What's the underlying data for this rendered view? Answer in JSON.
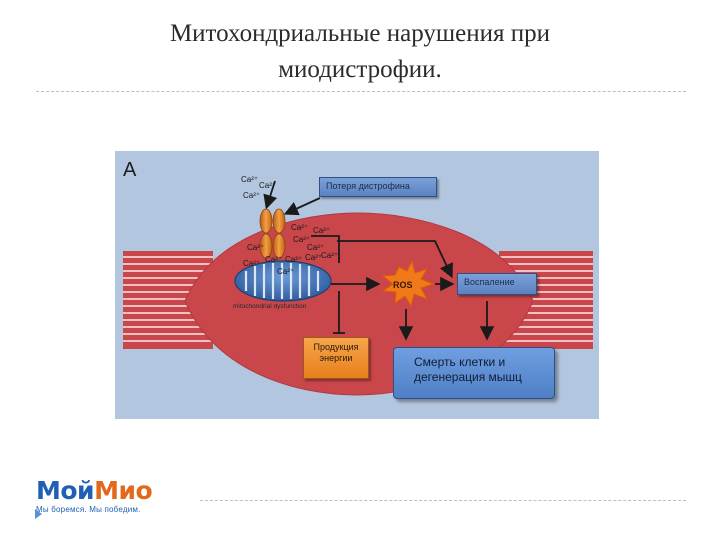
{
  "slide": {
    "title_line1": "Митохондриальные нарушения при",
    "title_line2": "миодистрофии."
  },
  "diagram": {
    "panel_letter": "A",
    "calcium_labels": [
      "Ca²⁺",
      "Ca²⁺",
      "Ca²⁺",
      "Ca²⁺",
      "Ca²⁺",
      "Ca²⁺",
      "Ca²⁺",
      "Ca²⁺",
      "Ca²⁺",
      "Ca²⁺",
      "Ca²⁺",
      "Ca²⁺",
      "Ca²⁺",
      "Ca²⁺"
    ],
    "boxes": {
      "dystrophin_loss": "Потеря дистрофина",
      "inflammation": "Воспаление",
      "energy_line1": "Продукция",
      "energy_line2": "энергии",
      "death_line1": "Смерть клетки и",
      "death_line2": "дегенерация мышц"
    },
    "ros": "ROS",
    "mitochondria_label": "mitochondrial dysfunction",
    "colors": {
      "background": "#b3c6df",
      "muscle_fiber": "#c9464b",
      "stripes": "#f0c0c4",
      "ros_burst": "#f07a1a",
      "channel": "#e07b1e",
      "mitochondria": "#3f6fae"
    }
  },
  "logo": {
    "name_part1": "Мой",
    "name_part2": "Мио",
    "tagline": "Мы боремся. Мы победим."
  },
  "icons": [
    "play-triangle-icon"
  ]
}
